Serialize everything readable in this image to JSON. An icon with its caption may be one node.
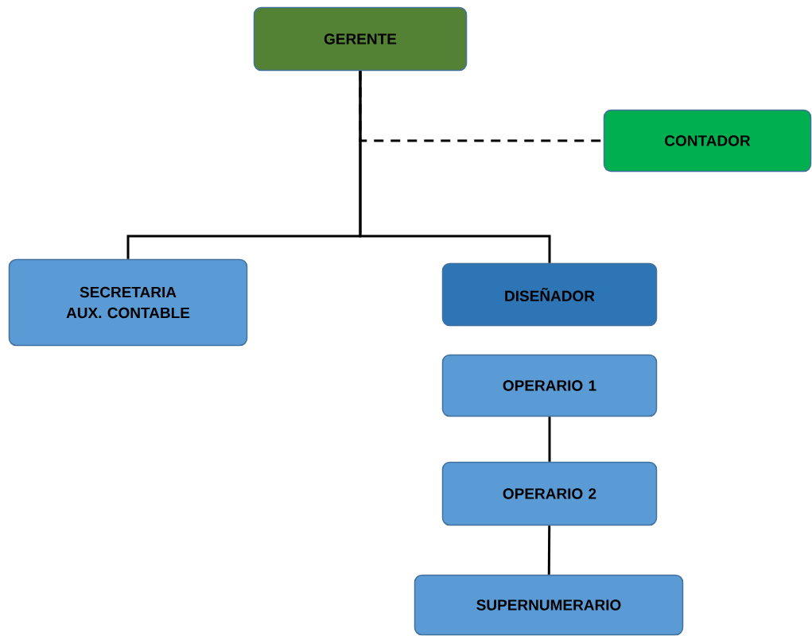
{
  "diagram": {
    "nodes": [
      {
        "text": [
          "GERENTE"
        ]
      },
      {
        "text": [
          "CONTADOR"
        ]
      },
      {
        "text": [
          "SECRETARIA AUX. CONTABLE"
        ]
      },
      {
        "text": [
          "DISEÑADOR"
        ]
      },
      {
        "text": [
          "OPERARIO 1"
        ]
      },
      {
        "text": [
          "OPERARIO 2"
        ]
      },
      {
        "text": [
          "SUPERNUMERARIO"
        ]
      }
    ],
    "edges": [
      {
        "from": 0,
        "to": 1,
        "arrow": "none",
        "style": "dashed"
      },
      {
        "from": 0,
        "to": 2,
        "arrow": "none"
      },
      {
        "from": 0,
        "to": 3,
        "arrow": "none"
      },
      {
        "from": 4,
        "to": 5,
        "arrow": "none"
      },
      {
        "from": 5,
        "to": 6,
        "arrow": "none"
      }
    ]
  }
}
